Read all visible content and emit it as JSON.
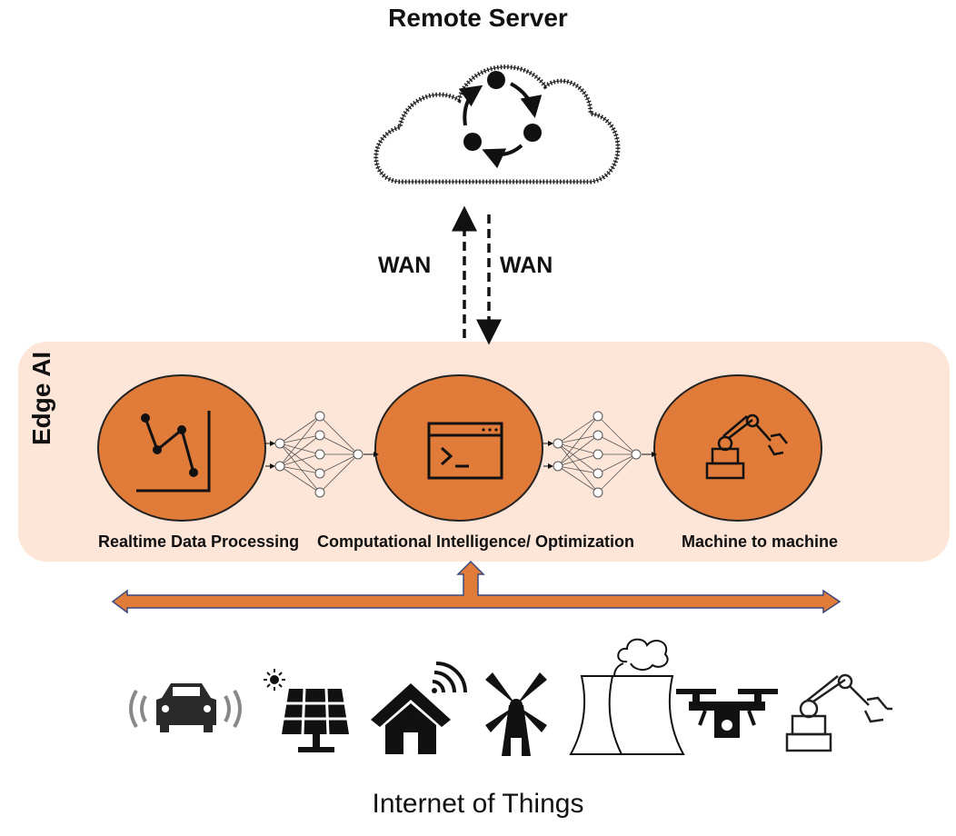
{
  "title": "Remote Server",
  "wan_up_label": "WAN",
  "wan_down_label": "WAN",
  "edge_label": "Edge AI",
  "nodes": [
    {
      "label": "Realtime Data Processing",
      "icon": "line-chart-icon"
    },
    {
      "label": "Computational Intelligence/ Optimization",
      "icon": "terminal-window-icon"
    },
    {
      "label": "Machine to machine",
      "icon": "robot-arm-icon"
    }
  ],
  "iot_devices": [
    "car-signal-icon",
    "solar-panel-icon",
    "smart-home-icon",
    "windmill-icon",
    "power-plant-icon",
    "drone-icon",
    "robot-arm-outline-icon"
  ],
  "footer_title": "Internet of Things",
  "colors": {
    "accent": "#e07b39",
    "panel": "#fde5d8",
    "dark": "#111111"
  }
}
